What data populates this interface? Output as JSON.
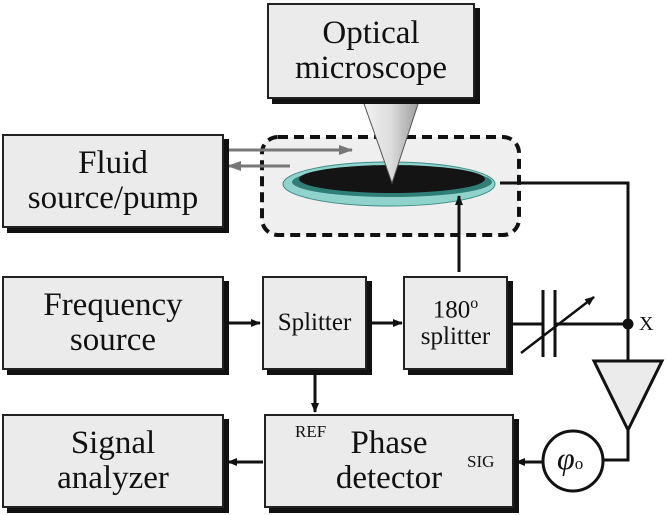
{
  "blocks": {
    "optical_microscope": {
      "line1": "Optical",
      "line2": "microscope"
    },
    "fluid_source": {
      "line1": "Fluid",
      "line2": "source/pump"
    },
    "frequency_source": {
      "line1": "Frequency",
      "line2": "source"
    },
    "splitter": {
      "line1": "Splitter"
    },
    "splitter_180": {
      "line1": "180",
      "sup": "o",
      "line2": "splitter"
    },
    "phase_detector": {
      "line1": "Phase",
      "line2": "detector",
      "ref_label": "REF",
      "sig_label": "SIG"
    },
    "signal_analyzer": {
      "line1": "Signal",
      "line2": "analyzer"
    }
  },
  "node_label": "X",
  "phase_shifter": {
    "symbol": "φ",
    "subscript": "o"
  },
  "colors": {
    "box_fill": "#ebebeb",
    "stroke": "#111111",
    "fluid_arrow": "#777777",
    "disc_outer": "#8fd3cc",
    "disc_inner": "#111111",
    "chamber_fill": "#f0f0f0"
  }
}
